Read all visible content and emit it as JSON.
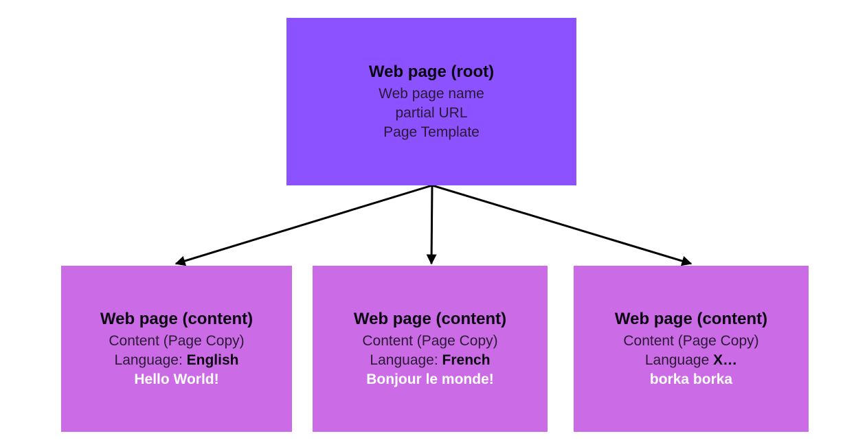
{
  "colors": {
    "root_fill": "#8C52FF",
    "child_fill": "#CB6CE6",
    "arrow": "#000000",
    "title_color": "#0b0612",
    "body_color": "#2a1835",
    "highlight_color": "#ffffff"
  },
  "diagram": {
    "root": {
      "title": "Web page (root)",
      "lines": [
        "Web page name",
        "partial URL",
        "Page Template"
      ]
    },
    "children": [
      {
        "title": "Web page (content)",
        "subtitle": "Content (Page Copy)",
        "language_label": "Language:",
        "language_value": "English",
        "content_text": "Hello World!"
      },
      {
        "title": "Web page (content)",
        "subtitle": "Content (Page Copy)",
        "language_label": "Language:",
        "language_value": "French",
        "content_text": "Bonjour le monde!"
      },
      {
        "title": "Web page (content)",
        "subtitle": "Content (Page Copy)",
        "language_label": "Language",
        "language_value": "X…",
        "content_text": "borka borka"
      }
    ]
  }
}
